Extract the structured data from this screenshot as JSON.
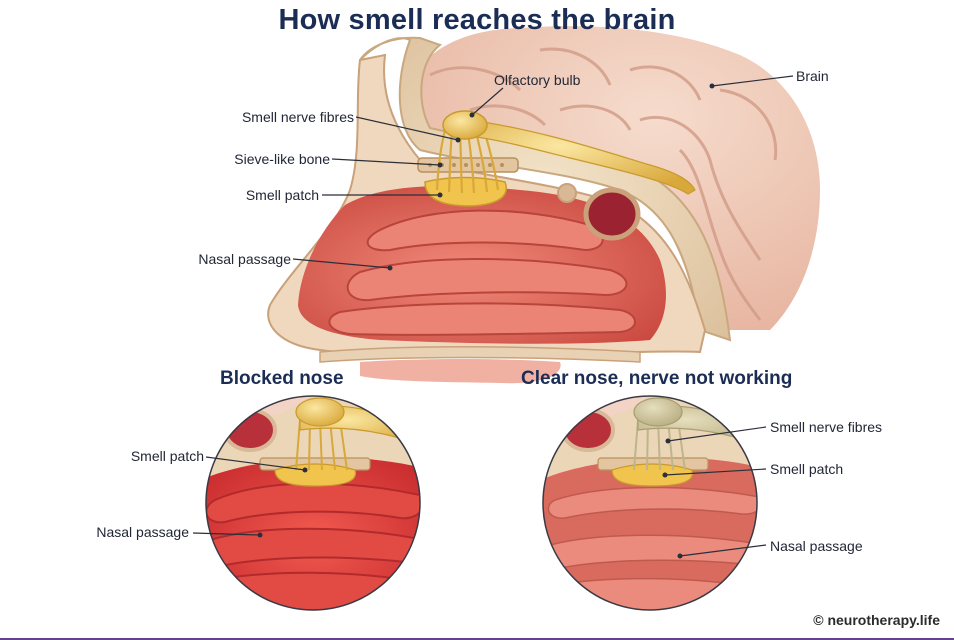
{
  "title": "How smell reaches the brain",
  "main_labels": {
    "olfactory_bulb": "Olfactory bulb",
    "brain": "Brain",
    "smell_nerve_fibres": "Smell nerve fibres",
    "sieve_like_bone": "Sieve-like bone",
    "smell_patch": "Smell patch",
    "nasal_passage": "Nasal passage"
  },
  "blocked": {
    "heading": "Blocked nose",
    "smell_patch": "Smell patch",
    "nasal_passage": "Nasal passage"
  },
  "clear": {
    "heading": "Clear nose, nerve not working",
    "smell_nerve_fibres": "Smell nerve fibres",
    "smell_patch": "Smell patch",
    "nasal_passage": "Nasal passage"
  },
  "watermark": "© neurotherapy.life",
  "colors": {
    "title": "#1b2d55",
    "brain": "#efc7b6",
    "bone": "#e9d3b6",
    "tissue": "#e47a6b",
    "tissue_inflamed": "#e2433f",
    "nerve": "#e4b84a",
    "nerve_inactive": "#c9c19a"
  }
}
